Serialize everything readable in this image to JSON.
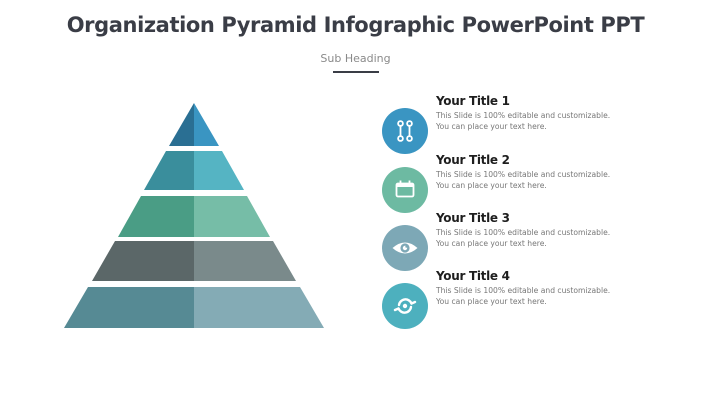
{
  "header": {
    "title": "Organization Pyramid Infographic PowerPoint PPT",
    "subheading": "Sub Heading",
    "underline_color": "#3a3d46"
  },
  "pyramid": {
    "tiers": [
      {
        "level": 1,
        "left_color": "#2a6f93",
        "right_color": "#3a95c2"
      },
      {
        "level": 2,
        "left_color": "#3a8e9c",
        "right_color": "#55b4c3"
      },
      {
        "level": 3,
        "left_color": "#4a9d85",
        "right_color": "#76bda7"
      },
      {
        "level": 4,
        "left_color": "#5b6768",
        "right_color": "#7a8a8b"
      },
      {
        "level": 5,
        "left_color": "#568a94",
        "right_color": "#84abb5"
      }
    ]
  },
  "items": [
    {
      "title": "Your Title 1",
      "line1": "This Slide is 100% editable and customizable.",
      "line2": "You can place your text here.",
      "icon": "connection-icon",
      "color": "#3a95c2"
    },
    {
      "title": "Your Title 2",
      "line1": "This Slide is 100% editable and customizable.",
      "line2": "You can place your text here.",
      "icon": "calendar-icon",
      "color": "#6dbaa2"
    },
    {
      "title": "Your Title 3",
      "line1": "This Slide is 100% editable and customizable.",
      "line2": "You can place your text here.",
      "icon": "eye-icon",
      "color": "#7da8b6"
    },
    {
      "title": "Your Title 4",
      "line1": "This Slide is 100% editable and customizable.",
      "line2": "You can place your text here.",
      "icon": "sync-icon",
      "color": "#4db0be"
    }
  ]
}
